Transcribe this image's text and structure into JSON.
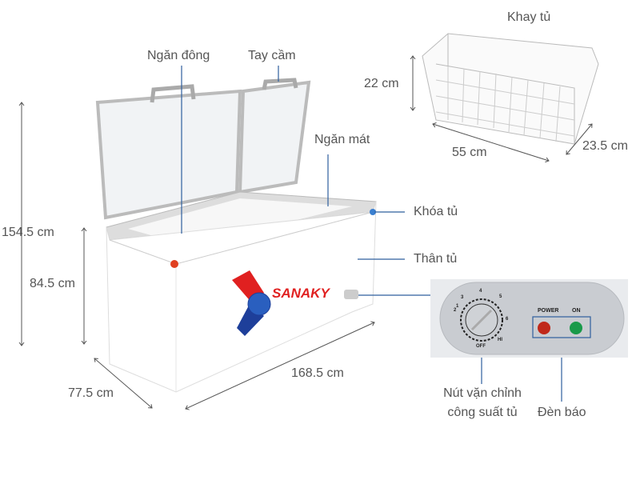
{
  "labels": {
    "tray": "Khay tủ",
    "tray_height": "22 cm",
    "tray_length": "55 cm",
    "tray_width": "23.5 cm",
    "freezer": "Ngăn đông",
    "handle": "Tay cầm",
    "cooler": "Ngăn mát",
    "lock": "Khóa tủ",
    "body": "Thân tủ",
    "total_height": "154.5 cm",
    "body_height": "84.5 cm",
    "depth": "77.5 cm",
    "width": "168.5 cm",
    "knob_line1": "Nút vặn chỉnh",
    "knob_line2": "công suất tủ",
    "indicator": "Đèn báo"
  },
  "panel": {
    "power": "POWER",
    "on": "ON",
    "dial": [
      "1",
      "2",
      "3",
      "4",
      "5",
      "6"
    ],
    "off": "OFF",
    "hi": "HI"
  },
  "brand": "SANAKY",
  "colors": {
    "callout_line": "#2f5f9e",
    "text": "#555555",
    "power_led": "#c0281a",
    "on_led": "#1a9a4a",
    "brand_red": "#e02020",
    "brand_blue": "#1e3f9a"
  }
}
